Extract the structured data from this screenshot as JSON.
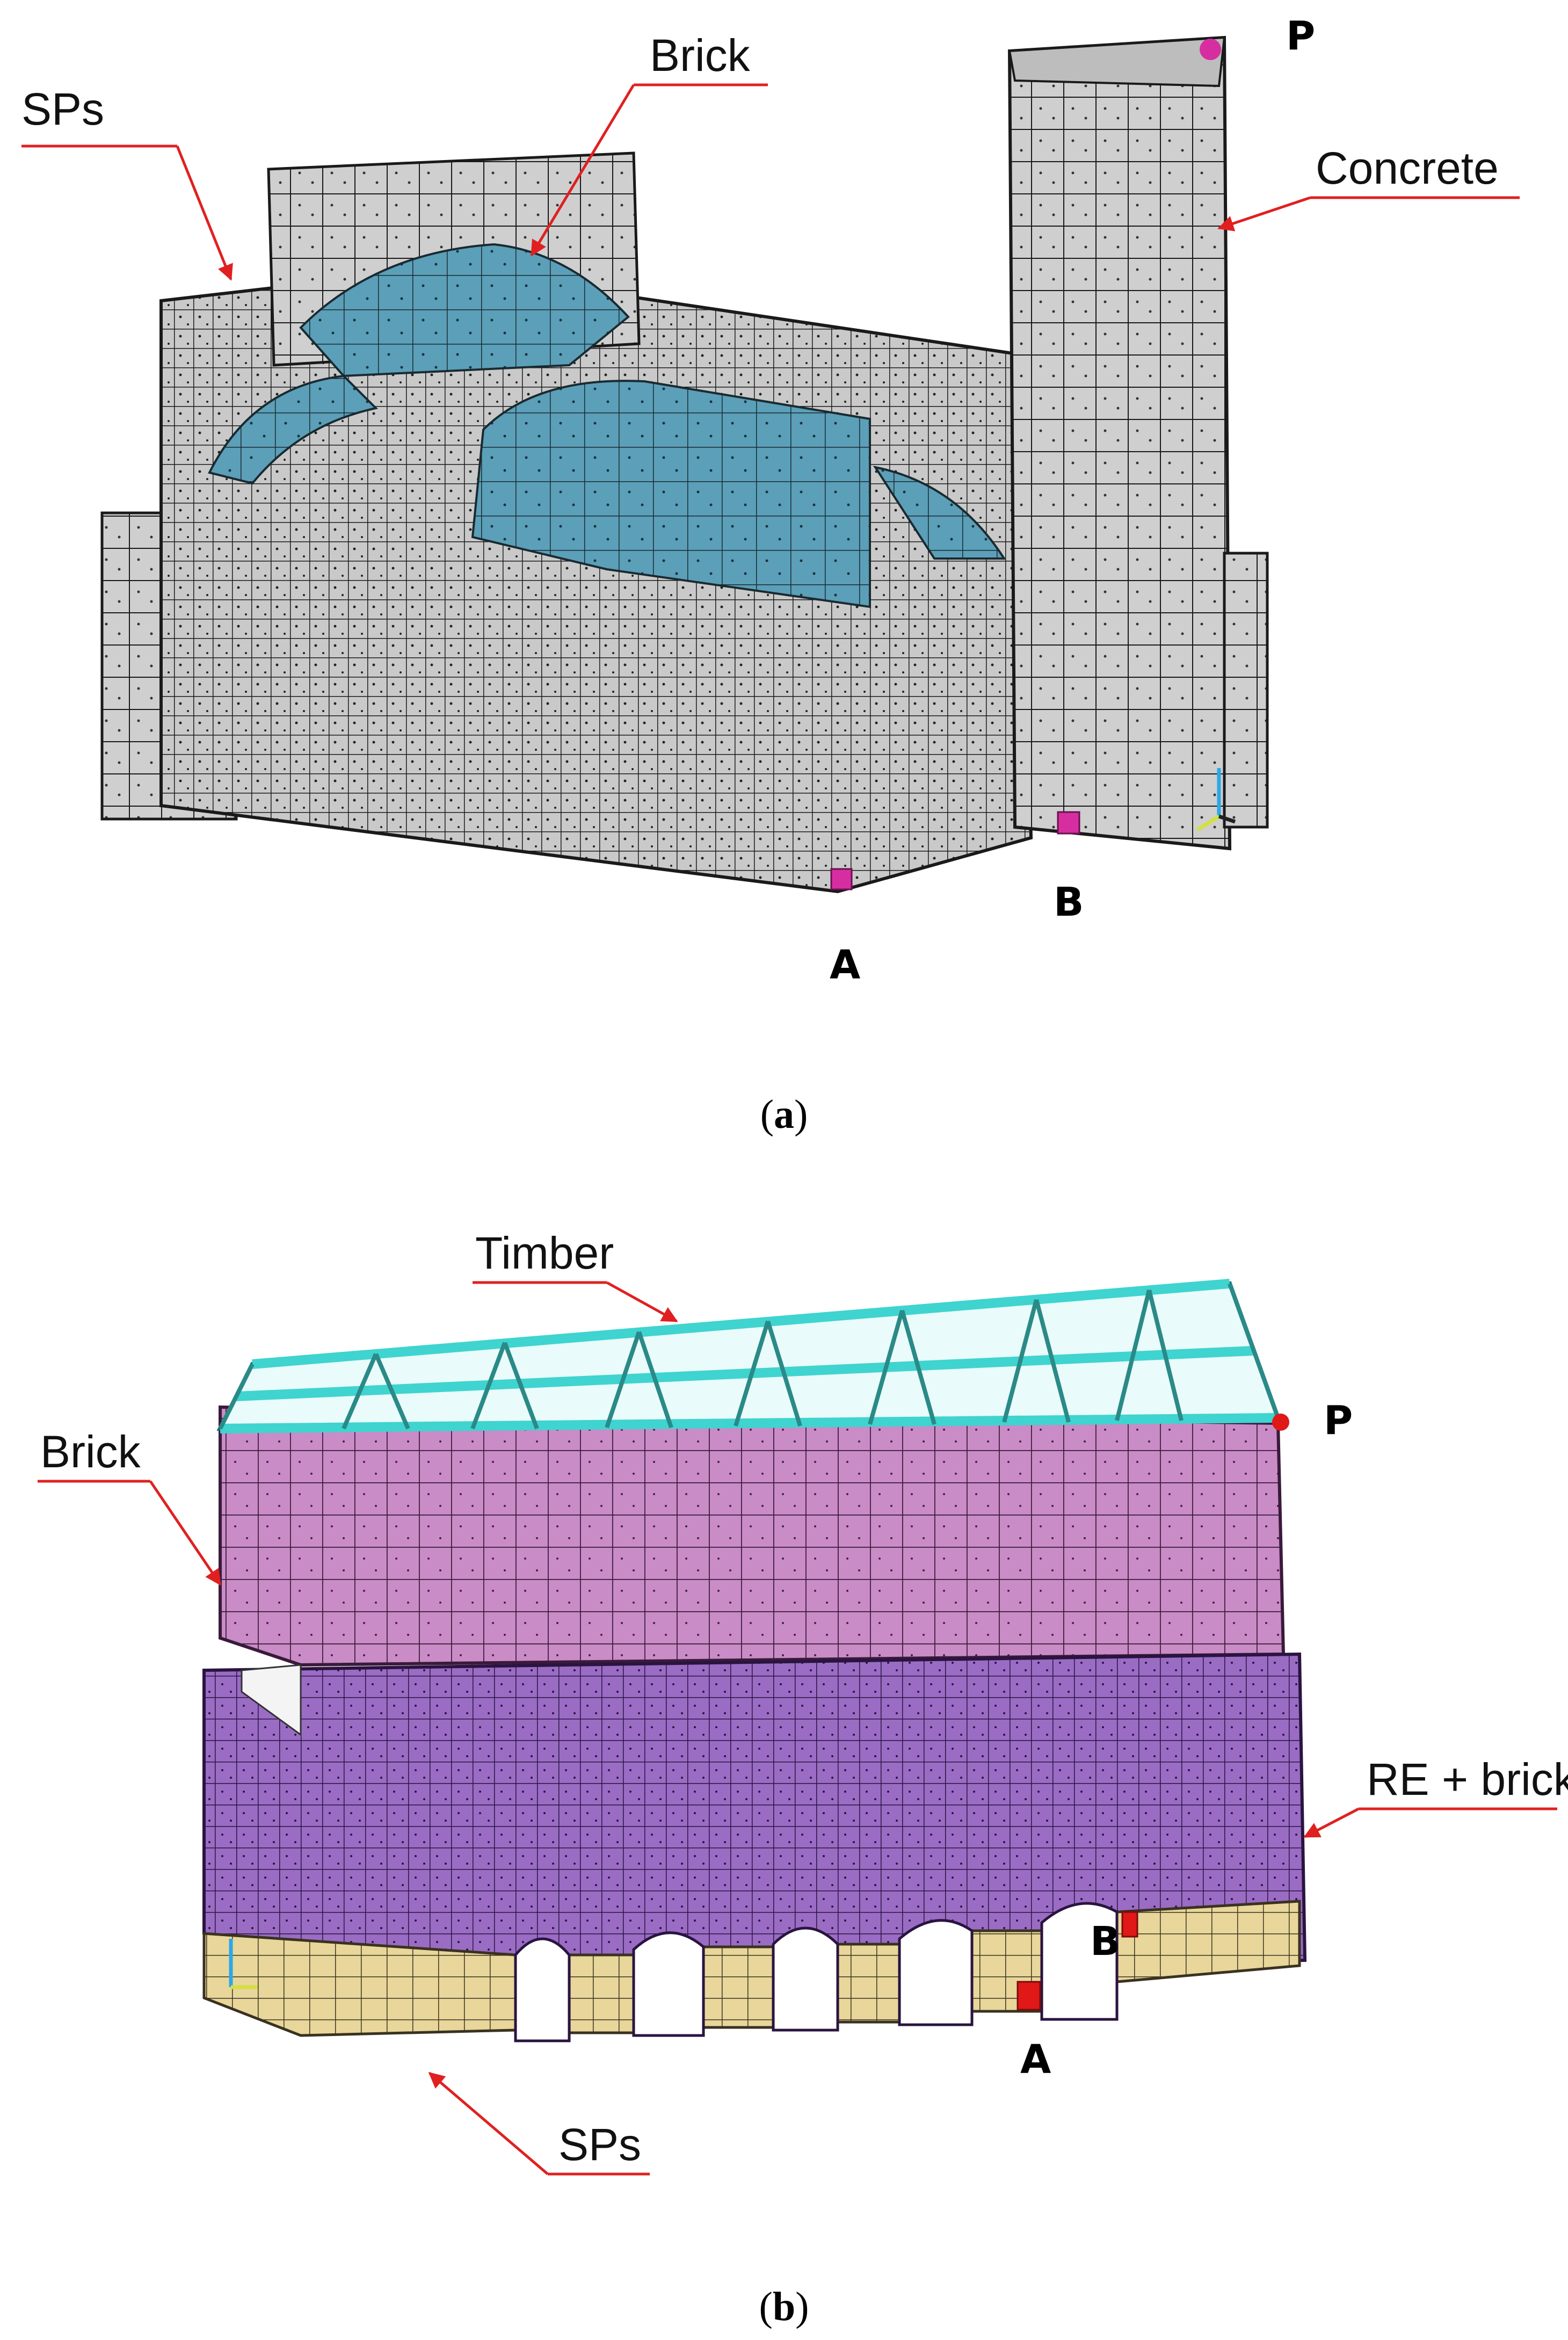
{
  "panel_a": {
    "labels": {
      "sps": "SPs",
      "brick": "Brick",
      "concrete": "Concrete"
    },
    "points": {
      "p": "P",
      "a": "A",
      "b": "B"
    },
    "caption": {
      "open": "(",
      "letter": "a",
      "close": ")"
    }
  },
  "panel_b": {
    "labels": {
      "timber": "Timber",
      "brick": "Brick",
      "re_brick": "RE + brick",
      "sps": "SPs"
    },
    "points": {
      "p": "P",
      "a": "A",
      "b": "B"
    },
    "caption": {
      "open": "(",
      "letter": "b",
      "close": ")"
    }
  },
  "colors": {
    "mesh_grey": "#cfcfcf",
    "mesh_line": "#1a1a1a",
    "brick_blue": "#5b9fb8",
    "brick_pink": "#c98cc6",
    "re_purple": "#9a6cc4",
    "sps_tan": "#e8d69a",
    "timber_cyan": "#3fd4d0",
    "timber_dark": "#2a8a87",
    "callout_red": "#e02020",
    "point_magenta": "#d62ea0",
    "point_red": "#e01818"
  }
}
